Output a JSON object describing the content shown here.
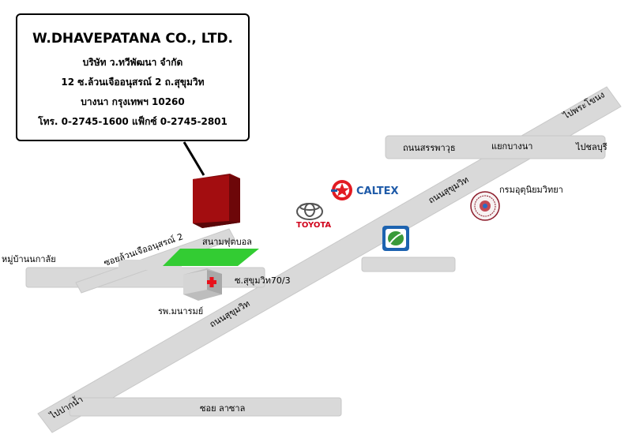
{
  "company": {
    "name_en": "W.DHAVEPATANA CO., LTD.",
    "name_th": "บริษัท ว.ทวีพัฒนา จำกัด",
    "address_1": "12 ซ.ล้วนเจืออนุสรณ์ 2 ถ.สุขุมวิท",
    "address_2": "บางนา กรุงเทพฯ 10260",
    "contact": "โทร. 0-2745-1600 แฟ็กซ์ 0-2745-2801"
  },
  "labels": {
    "soi_luan": "ซอยล้วนเจืออนุสรณ์ 2",
    "village": "หมู่บ้านนกาลัย",
    "football": "สนามฟุตบอล",
    "soi_sukhumvit": "ซ.สุขุมวิท70/3",
    "hospital": "รพ.มนารมย์",
    "sukhumvit_low": "ถนนสุขุมวิท",
    "sukhumvit_up": "ถนนสุขุมวิท",
    "to_paknam": "ไปปากน้ำ",
    "to_phrakhanong": "ไปพระโขนง",
    "sanphawut": "ถนนสรรพาวุธ",
    "bangna_junction": "แยกบางนา",
    "to_chonburi": "ไปชลบุรี",
    "soi_lasalle": "ซอย ลาซาล",
    "meteo": "กรมอุตุนิยมวิทยา"
  },
  "brands": {
    "toyota": "TOYOTA",
    "caltex": "CALTEX"
  },
  "colors": {
    "road": "#d9d9d9",
    "road_edge": "#c4c4c4",
    "building": "#a30d10",
    "football": "#33cc33",
    "hospital_cross": "#e8101a",
    "caltex_red": "#e21b22",
    "caltex_blue": "#1e5aa8",
    "toyota_red": "#d0021b",
    "bangchak_green": "#3a9a3a",
    "bangchak_blue": "#1d63b0"
  },
  "icons": [
    "toyota-logo-icon",
    "caltex-logo-icon",
    "bangchak-logo-icon",
    "meteorological-seal-icon",
    "hospital-cross-icon"
  ]
}
